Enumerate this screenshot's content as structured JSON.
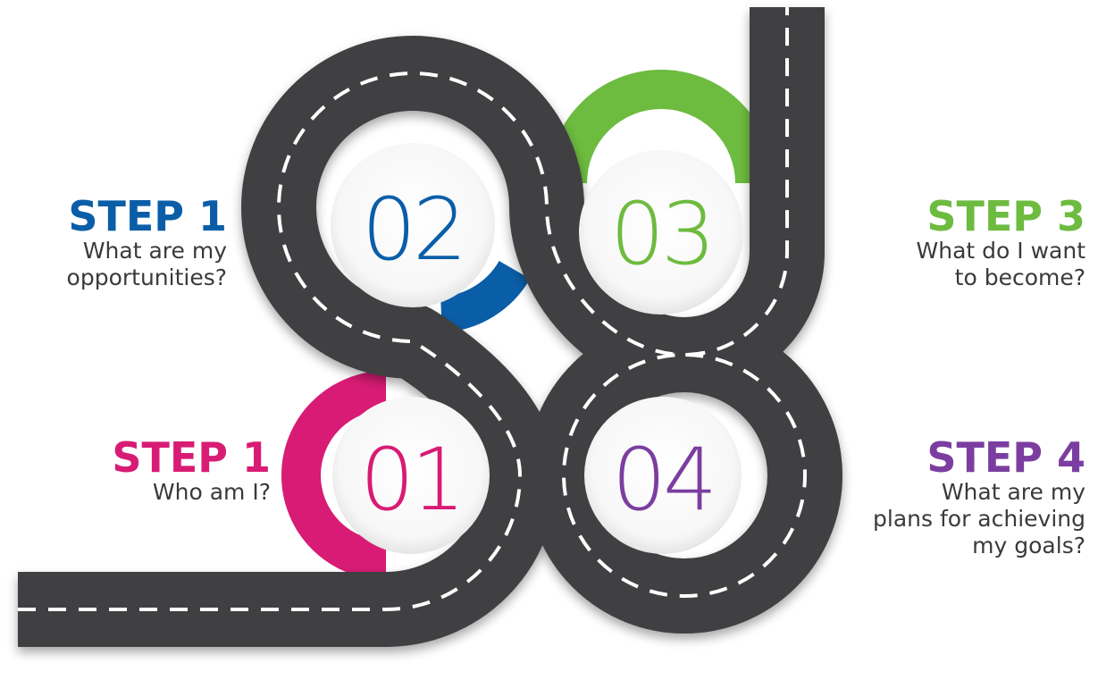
{
  "steps": [
    {
      "id": "step-top-left",
      "title": "STEP 1",
      "lines": [
        "What are my",
        "opportunities?"
      ],
      "number": "02",
      "color": "#0a5ea8"
    },
    {
      "id": "step-top-right",
      "title": "STEP 3",
      "lines": [
        "What do I want",
        "to become?"
      ],
      "number": "03",
      "color": "#6dbb3f"
    },
    {
      "id": "step-bottom-left",
      "title": "STEP 1",
      "lines": [
        "Who am I?"
      ],
      "number": "01",
      "color": "#d81b74"
    },
    {
      "id": "step-bottom-right",
      "title": "STEP 4",
      "lines": [
        "What are my",
        "plans for achieving",
        "my goals?"
      ],
      "number": "04",
      "color": "#7b3ea0"
    }
  ],
  "road": {
    "asphalt_color": "#404142",
    "lane_marking_color": "#ffffff"
  }
}
